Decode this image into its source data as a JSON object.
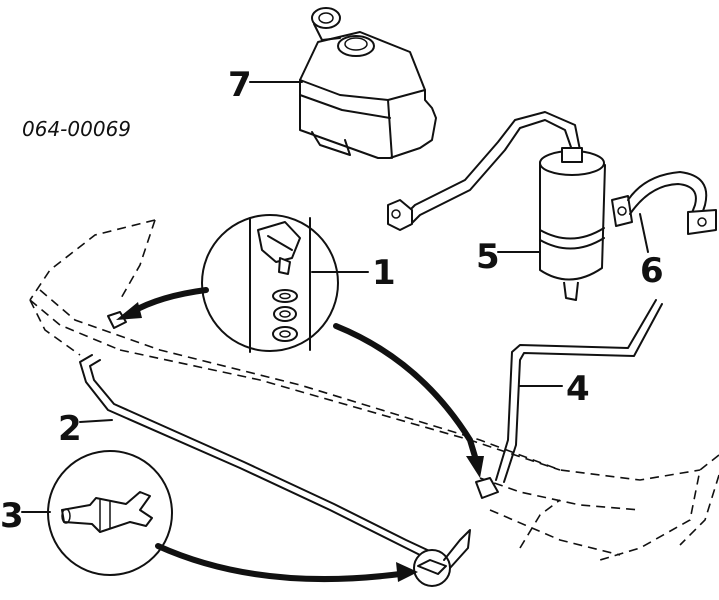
{
  "part_code": "064-00069",
  "callouts": {
    "c1": "1",
    "c2": "2",
    "c3": "3",
    "c4": "4",
    "c5": "5",
    "c6": "6",
    "c7": "7"
  }
}
